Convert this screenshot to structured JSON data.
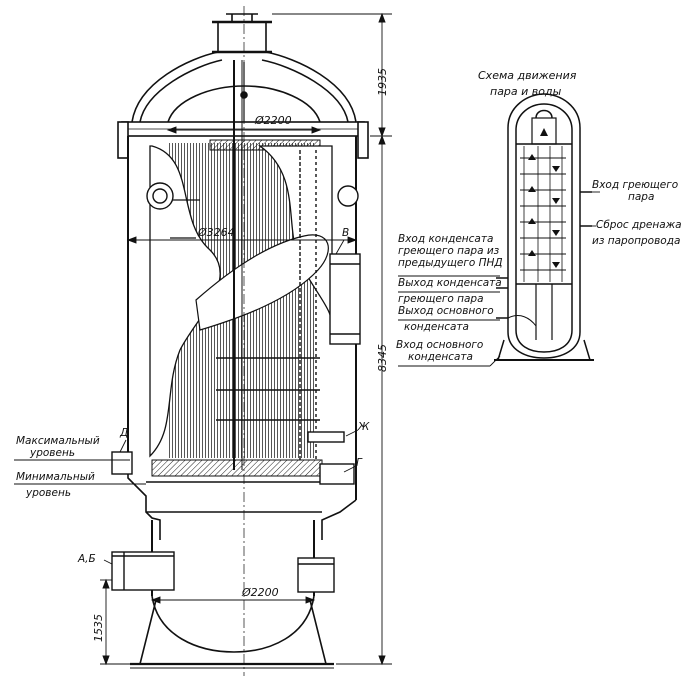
{
  "dimensions": {
    "top_height": "1935",
    "total_height": "8345",
    "bottom_height": "1535",
    "diam_upper": "Ø2200",
    "diam_shell": "Ø3264",
    "diam_lower": "Ø2200"
  },
  "letters": {
    "v": "В",
    "d": "Д",
    "zh": "Ж",
    "g": "Г",
    "ab": "А,Б"
  },
  "levels": {
    "max_1": "Максимальный",
    "max_2": "уровень",
    "min_1": "Минимальный",
    "min_2": "уровень"
  },
  "scheme": {
    "title_1": "Схема движения",
    "title_2": "пара и воды",
    "steam_in_1": "Вход греющего",
    "steam_in_2": "пара",
    "drain_1": "Сброс дренажа",
    "drain_2": "из паропровода",
    "cond_in_1": "Вход конденсата",
    "cond_in_2": "греющего пара из",
    "cond_in_3": "предыдущего ПНД",
    "cond_out_1": "Выход конденсата",
    "cond_out_2": "греющего пара",
    "main_out_1": "Выход основного",
    "main_out_2": "конденсата",
    "main_in_1": "Вход основного",
    "main_in_2": "конденсата"
  }
}
